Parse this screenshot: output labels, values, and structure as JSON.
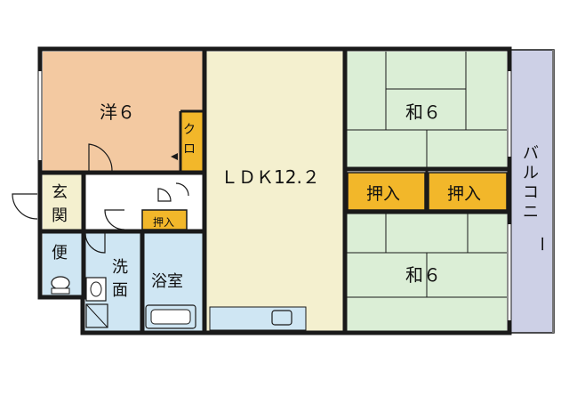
{
  "rooms": {
    "western": "洋６",
    "closet": "クロ",
    "ldk": "ＬＤＫ12.２",
    "japanese_top": "和６",
    "japanese_bottom": "和６",
    "oshiire_left": "押入",
    "oshiire_right": "押入",
    "oshiire_small": "押入",
    "entrance": "玄関",
    "toilet": "便",
    "washroom": "洗面",
    "bathroom": "浴室",
    "balcony": "バルコニー"
  },
  "colors": {
    "western": "#f3c9a1",
    "ldk": "#f4f0cf",
    "tatami": "#dbeed6",
    "oshiire": "#f2b72a",
    "wet": "#cfe6f3",
    "balcony": "#cdd0e6",
    "wall": "#1a1a1a",
    "hall": "#ffffff"
  }
}
